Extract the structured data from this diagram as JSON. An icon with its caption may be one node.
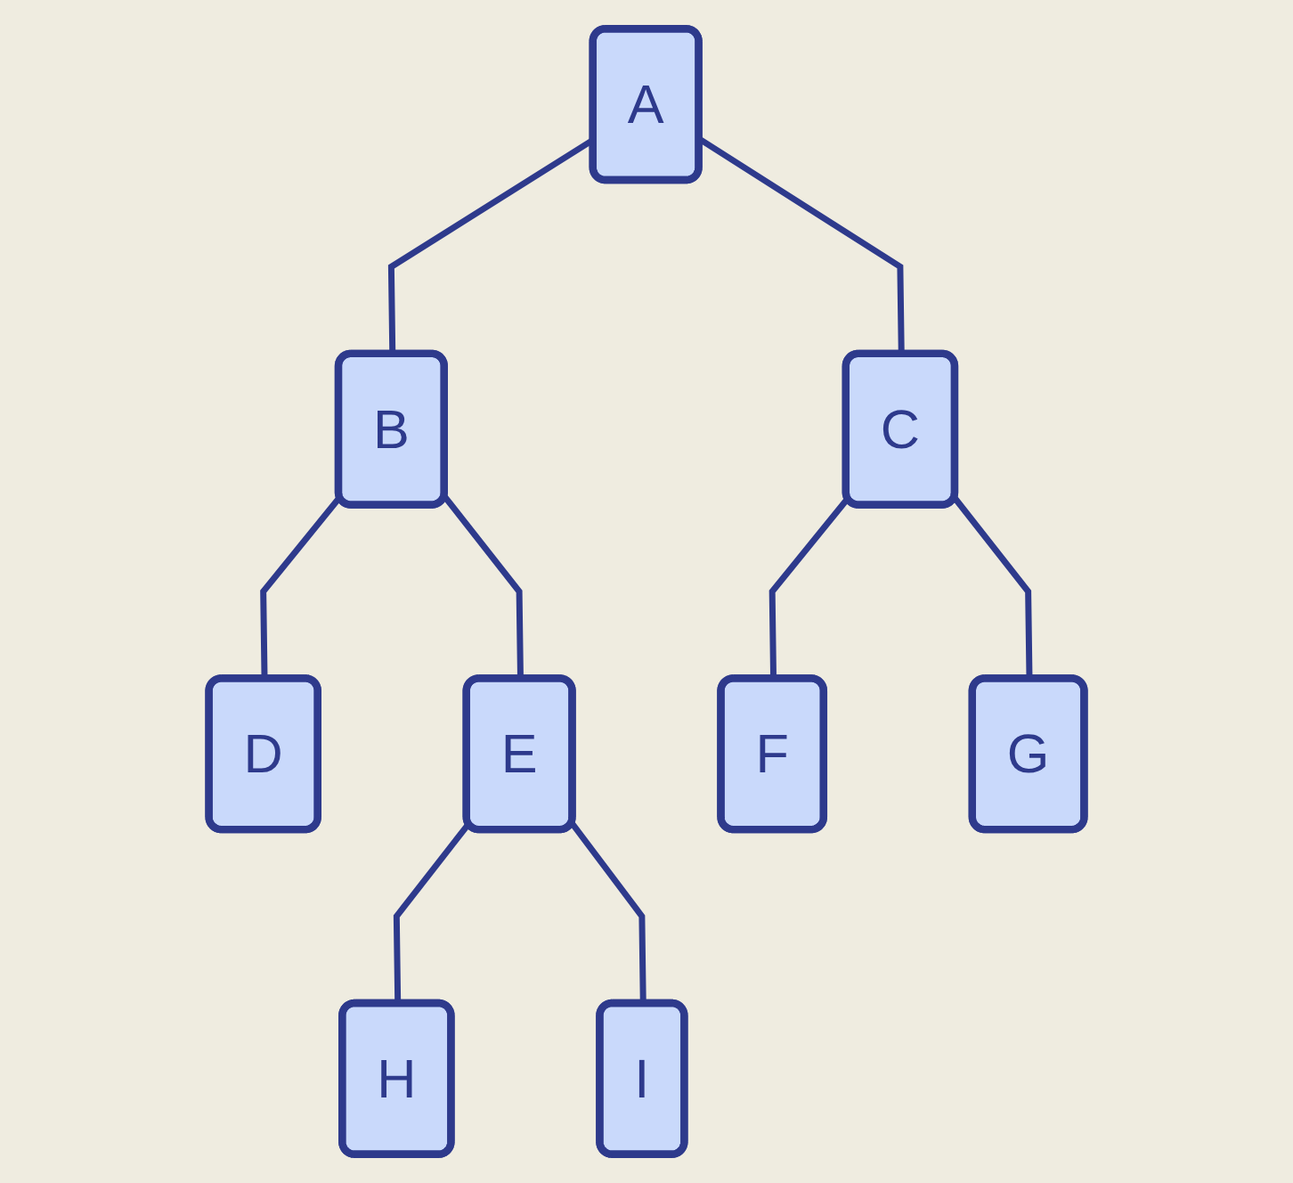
{
  "diagram": {
    "nodes": [
      {
        "text": [
          "A"
        ]
      },
      {
        "text": [
          "B"
        ]
      },
      {
        "text": [
          "C"
        ]
      },
      {
        "text": [
          "D"
        ]
      },
      {
        "text": [
          "E"
        ]
      },
      {
        "text": [
          "F"
        ]
      },
      {
        "text": [
          "G"
        ]
      },
      {
        "text": [
          "H"
        ]
      },
      {
        "text": [
          "I"
        ]
      }
    ],
    "edges": [
      {
        "from": 0,
        "to": 1,
        "arrow": "none"
      },
      {
        "from": 0,
        "to": 2,
        "arrow": "none"
      },
      {
        "from": 1,
        "to": 3,
        "arrow": "none"
      },
      {
        "from": 1,
        "to": 4,
        "arrow": "none"
      },
      {
        "from": 2,
        "to": 5,
        "arrow": "none"
      },
      {
        "from": 2,
        "to": 6,
        "arrow": "none"
      },
      {
        "from": 4,
        "to": 7,
        "arrow": "none"
      },
      {
        "from": 4,
        "to": 8,
        "arrow": "none"
      }
    ]
  }
}
